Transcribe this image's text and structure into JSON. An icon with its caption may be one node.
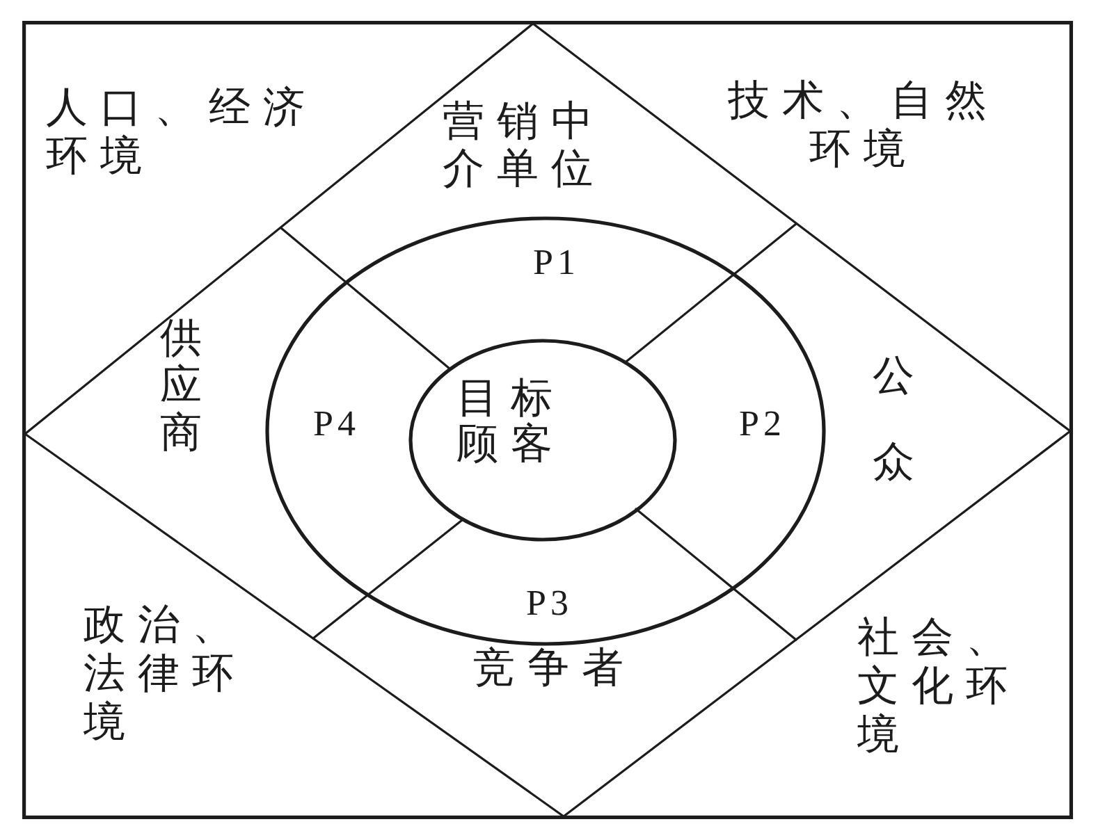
{
  "diagram": {
    "nodes": [
      {
        "text": [
          "人口、经济环境",
          "技术、自然环境",
          "政治、法律环境",
          "社会、文化环境"
        ]
      },
      {
        "text": [
          "营销中介单位",
          "供应商",
          "公众",
          "竞争者"
        ],
        "in": 0
      },
      {
        "text": [
          "P1",
          "P4",
          "P2",
          "P3"
        ],
        "in": 1
      },
      {
        "text": [
          "目标顾客"
        ],
        "in": 2
      }
    ]
  }
}
